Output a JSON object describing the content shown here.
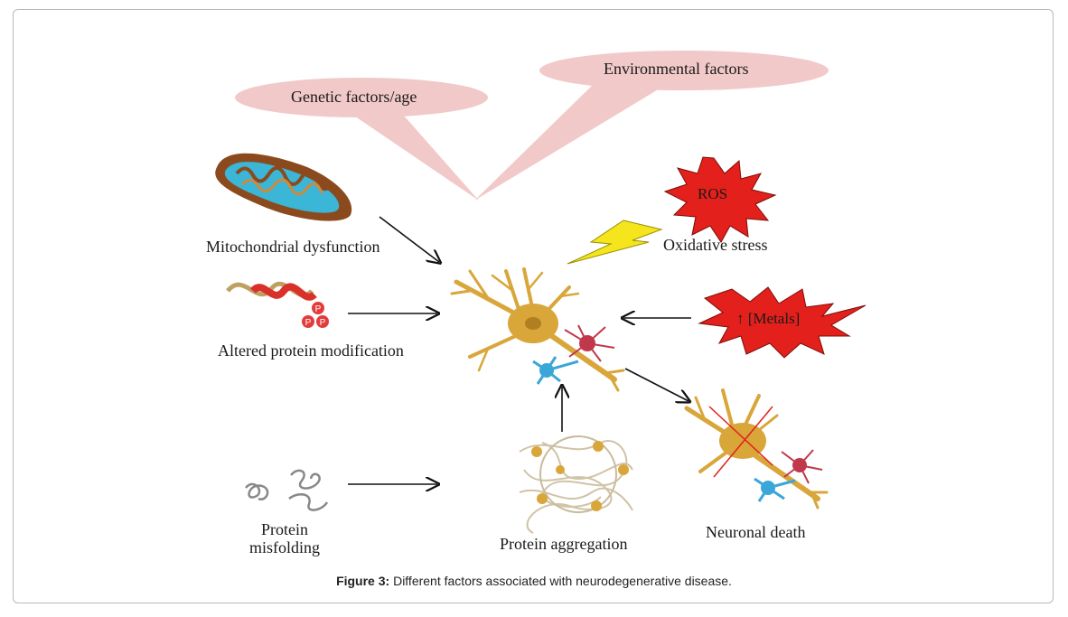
{
  "figure": {
    "caption_label": "Figure 3:",
    "caption_text": " Different factors associated with neurodegenerative disease."
  },
  "labels": {
    "genetic": "Genetic factors/age",
    "environmental": "Environmental factors",
    "mitochondrial": "Mitochondrial dysfunction",
    "altered_protein": "Altered protein modification",
    "protein_misfolding_1": "Protein",
    "protein_misfolding_2": "misfolding",
    "protein_aggregation": "Protein aggregation",
    "neuronal_death": "Neuronal death",
    "ros": "ROS",
    "oxidative_stress": "Oxidative stress",
    "metals": "↑ [Metals]",
    "phospho": "P"
  },
  "colors": {
    "bubble": "#f2c9c9",
    "neuron": "#d9a63a",
    "astro": "#3aa7d9",
    "micro": "#c0394b",
    "burst": "#e3201b",
    "bolt": "#f4e51d",
    "mito_outer": "#8b4a1e",
    "mito_inner": "#3bb6d6"
  }
}
